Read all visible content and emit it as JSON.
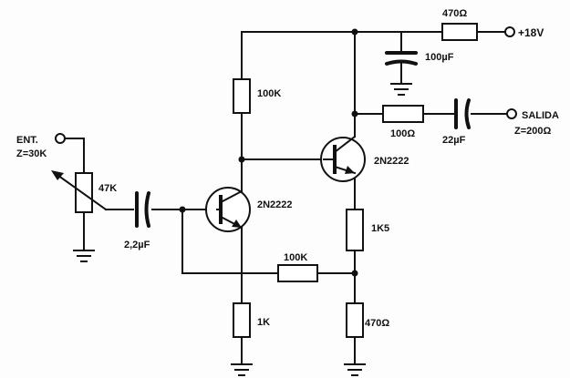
{
  "labels": {
    "input_name": "ENT.",
    "input_impedance": "Z=30K",
    "pot": "47K",
    "input_cap": "2,2µF",
    "q1": "2N2222",
    "q2": "2N2222",
    "r_collector": "100K",
    "r_emitter_q1": "1K",
    "r_feedback": "100K",
    "r_emitter_q2_top": "1K5",
    "r_emitter_q2_bottom": "470Ω",
    "r_supply": "470Ω",
    "supply_voltage": "+18V",
    "c_filter": "100µF",
    "r_output": "100Ω",
    "c_output": "22µF",
    "output_name": "SALIDA",
    "output_impedance": "Z=200Ω"
  },
  "icons": [
    "ground-icon",
    "terminal-icon",
    "npn-transistor-icon",
    "resistor-icon",
    "capacitor-icon",
    "potentiometer-icon"
  ]
}
